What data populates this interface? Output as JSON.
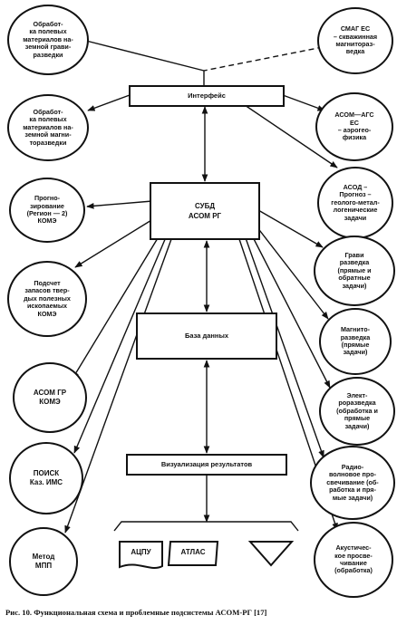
{
  "left_nodes": [
    {
      "id": "l1",
      "label": "Обработ-\nка полевых\nматериалов на-\nземной грави-\nразведки"
    },
    {
      "id": "l2",
      "label": "Обработ-\nка полевых\nматериалов на-\nземной магни-\nторазведки"
    },
    {
      "id": "l3",
      "label": "Прогно-\nзирование\n(Регион — 2)\nКОМЭ"
    },
    {
      "id": "l4",
      "label": "Подсчет\nзапасов твер-\nдых полезных\nископаемых\nКОМЭ"
    },
    {
      "id": "l5",
      "label": "АСОМ ГР\nКОМЭ"
    },
    {
      "id": "l6",
      "label": "ПОИСК\nКаз. ИМС"
    },
    {
      "id": "l7",
      "label": "Метод\nМПП"
    }
  ],
  "right_nodes": [
    {
      "id": "r1",
      "label": "СМАГ ЕС\n– скважинная\nмагнитораз-\nведка"
    },
    {
      "id": "r2",
      "label": "АСОМ—АГС\nЕС\n– аэрогео-\nфизика"
    },
    {
      "id": "r3",
      "label": "АСОД –\nПрогноз –\nгеолого-метал-\nлогенические\nзадачи"
    },
    {
      "id": "r4",
      "label": "Грави\nразведка\n(прямые и\nобратные\nзадачи)"
    },
    {
      "id": "r5",
      "label": "Магнито-\nразведка\n(прямые\nзадачи)"
    },
    {
      "id": "r6",
      "label": "Элект-\nроразведка\n(обработка и\nпрямые\nзадачи)"
    },
    {
      "id": "r7",
      "label": "Радио-\nволновое про-\nсвечивание (об-\nработка и пря-\nмые задачи)"
    },
    {
      "id": "r8",
      "label": "Акустичес-\nкое просве-\nчивание\n(обработка)"
    }
  ],
  "boxes": {
    "interface": "Интерфейс",
    "dbms": "СУБД\nАСОМ РГ",
    "database": "База данных",
    "visualization": "Визуализация результатов"
  },
  "output_shapes": {
    "printer": "АЦПУ",
    "atlas": "АТЛАС"
  },
  "caption": "Рис. 10. Функциональная схема и проблемные подсистемы АСОМ-РГ [17]"
}
